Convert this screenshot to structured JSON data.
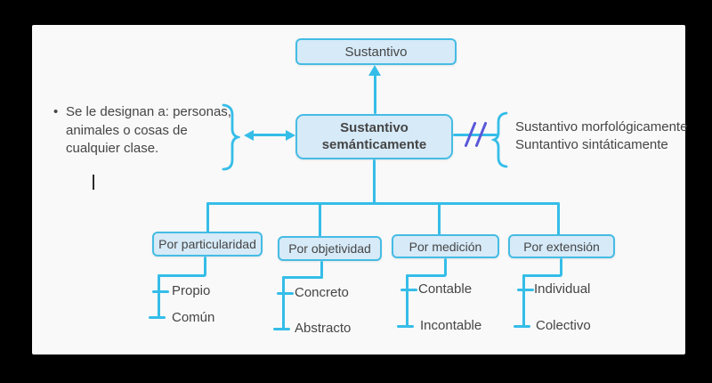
{
  "colors": {
    "line": "#35bde8",
    "box_border": "#45bce4",
    "box_fill": "#d6eaf8",
    "text": "#454545",
    "slash": "#5a58d8",
    "canvas_bg": "#f9f9f9",
    "frame_bg": "#000000",
    "caret": "#2b2b2b"
  },
  "diagram": {
    "root": {
      "label": "Sustantivo"
    },
    "center": {
      "label_line1": "Sustantivo",
      "label_line2": "semánticamente"
    },
    "left_note": {
      "bullet": "•",
      "text": "Se le designan a: personas, animales o cosas de cualquier clase."
    },
    "right_note": {
      "line1": "Sustantivo morfológicamente",
      "line2": "Suntantivo sintáticamente"
    },
    "categories": [
      {
        "label": "Por particularidad",
        "children": [
          "Propio",
          "Común"
        ]
      },
      {
        "label": "Por objetividad",
        "children": [
          "Concreto",
          "Abstracto"
        ]
      },
      {
        "label": "Por medición",
        "children": [
          "Contable",
          "Incontable"
        ]
      },
      {
        "label": "Por extensión",
        "children": [
          "Individual",
          "Colectivo"
        ]
      }
    ]
  }
}
